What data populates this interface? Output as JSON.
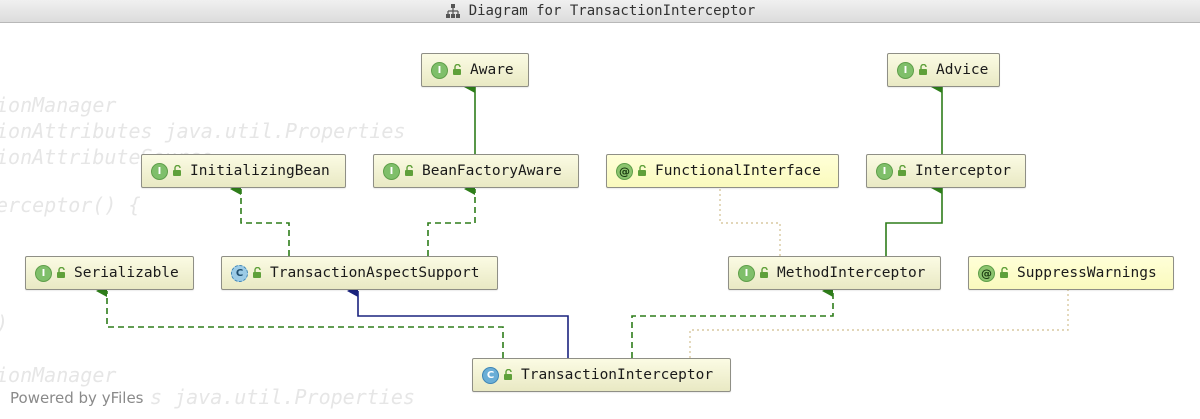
{
  "window": {
    "title": "Diagram for TransactionInterceptor"
  },
  "footer": {
    "text": "Powered by yFiles"
  },
  "colors": {
    "extends": "#1a237e",
    "implements": "#2e7d1a",
    "annotation_link": "#d9c9a0"
  },
  "badges": {
    "interface": "I",
    "annotation": "@",
    "class": "C"
  },
  "nodes": {
    "aware": {
      "label": "Aware",
      "kind": "interface"
    },
    "advice": {
      "label": "Advice",
      "kind": "interface"
    },
    "initializing_bean": {
      "label": "InitializingBean",
      "kind": "interface"
    },
    "bean_factory_aware": {
      "label": "BeanFactoryAware",
      "kind": "interface"
    },
    "functional_interface": {
      "label": "FunctionalInterface",
      "kind": "annotation"
    },
    "interceptor": {
      "label": "Interceptor",
      "kind": "interface"
    },
    "serializable": {
      "label": "Serializable",
      "kind": "interface"
    },
    "transaction_aspect_support": {
      "label": "TransactionAspectSupport",
      "kind": "abstract-class"
    },
    "method_interceptor": {
      "label": "MethodInterceptor",
      "kind": "interface"
    },
    "suppress_warnings": {
      "label": "SuppressWarnings",
      "kind": "annotation"
    },
    "transaction_interceptor": {
      "label": "TransactionInterceptor",
      "kind": "class"
    }
  }
}
